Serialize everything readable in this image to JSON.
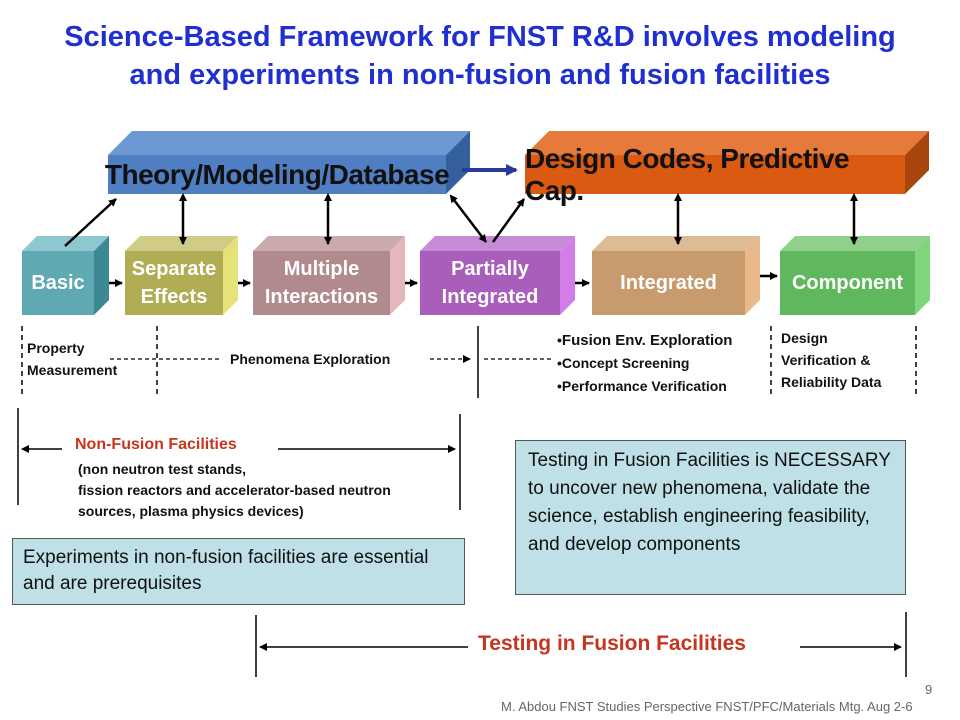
{
  "title": {
    "line1": "Science-Based Framework for FNST R&D involves modeling",
    "line2": "and experiments in non-fusion and fusion facilities"
  },
  "top_boxes": {
    "theory": "Theory/Modeling/Database",
    "design": "Design Codes, Predictive Cap."
  },
  "stages": {
    "basic": "Basic",
    "separate_1": "Separate",
    "separate_2": "Effects",
    "multiple_1": "Multiple",
    "multiple_2": "Interactions",
    "partial_1": "Partially",
    "partial_2": "Integrated",
    "integrated": "Integrated",
    "component": "Component"
  },
  "annotations": {
    "property_1": "Property",
    "property_2": "Measurement",
    "phenomena": "Phenomena Exploration",
    "fusion_env": "Fusion Env. Exploration",
    "concept": "Concept Screening",
    "performance": "Performance Verification",
    "design_1": "Design",
    "design_2": "Verification &",
    "design_3": "Reliability Data"
  },
  "non_fusion": {
    "heading": "Non-Fusion Facilities",
    "line1": "(non neutron test stands,",
    "line2": "fission reactors and accelerator-based neutron",
    "line3": "sources, plasma physics devices)"
  },
  "boxes": {
    "non_fusion_text": "Experiments in non-fusion facilities are essential and are prerequisites",
    "fusion_text": "Testing in Fusion Facilities is NECESSARY to uncover new phenomena, validate the science, establish engineering feasibility, and develop components"
  },
  "fusion_testing_label": "Testing in Fusion Facilities",
  "footer": {
    "page": "9",
    "credit": "M. Abdou  FNST Studies Perspective FNST/PFC/Materials Mtg. Aug 2-6"
  },
  "colors": {
    "title": "#1f2fd0",
    "theory": "#4f7fc2",
    "design": "#d95a10",
    "basic": "#5fa9b3",
    "separate": "#b0ad55",
    "multiple": "#b18a8e",
    "partial": "#a95ebc",
    "integrated": "#c79b6d",
    "component": "#5fb85d",
    "red_text": "#c8341d"
  }
}
